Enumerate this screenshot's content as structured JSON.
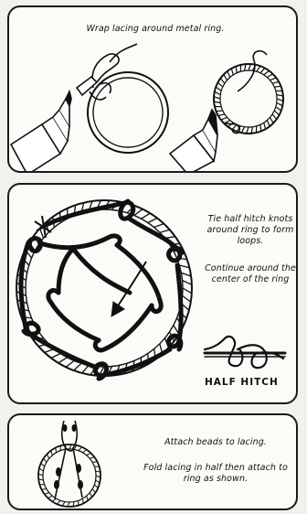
{
  "panels": [
    {
      "captions": [
        "Wrap lacing around metal ring."
      ]
    },
    {
      "captions": [
        "Tie half hitch knots around ring to form loops.",
        "Continue around the center of the ring"
      ],
      "knot_label": "HALF HITCH"
    },
    {
      "captions": [
        "Attach beads to lacing.",
        "Fold lacing in half then attach to ring as shown."
      ]
    }
  ]
}
